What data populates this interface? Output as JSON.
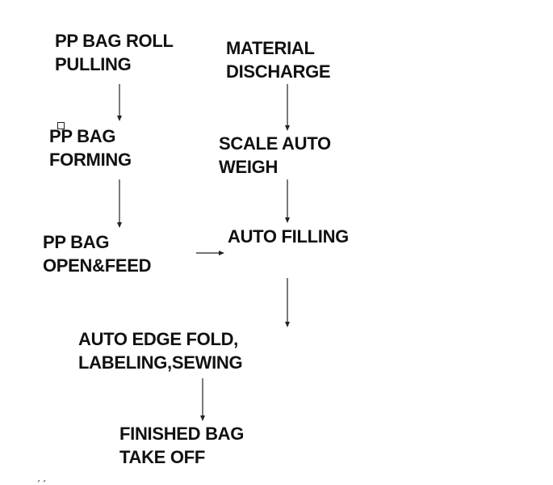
{
  "nodes": {
    "roll_pulling": [
      "PP BAG ROLL",
      "PULLING"
    ],
    "forming": [
      "PP BAG",
      "FORMING"
    ],
    "open_feed": [
      "PP BAG",
      "OPEN&FEED"
    ],
    "material_discharge": [
      "MATERIAL",
      "DISCHARGE"
    ],
    "scale_weigh": [
      "SCALE AUTO",
      "WEIGH"
    ],
    "auto_filling": [
      "AUTO FILLING"
    ],
    "edge_fold": [
      "AUTO EDGE FOLD,",
      "LABELING,SEWING"
    ],
    "finished": [
      "FINISHED BAG",
      "TAKE OFF"
    ]
  },
  "colors": {
    "text": "#111111",
    "arrow": "#222222",
    "background": "#ffffff"
  }
}
